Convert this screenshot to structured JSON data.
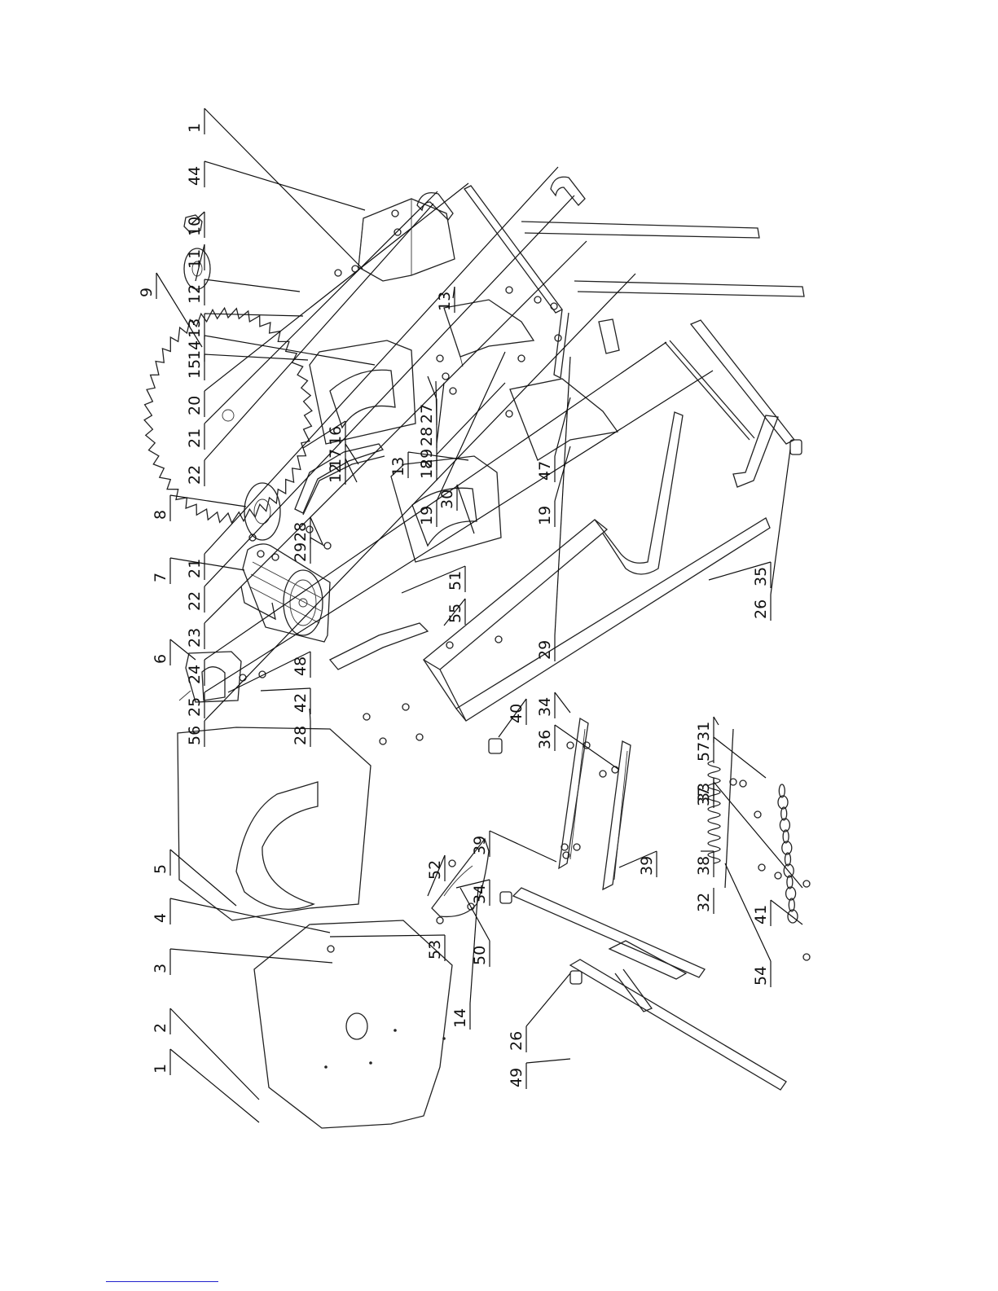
{
  "diagram": {
    "callouts": [
      {
        "id": "c1a",
        "label": "1"
      },
      {
        "id": "c1b",
        "label": "1"
      },
      {
        "id": "c2",
        "label": "2"
      },
      {
        "id": "c3",
        "label": "3"
      },
      {
        "id": "c4",
        "label": "4"
      },
      {
        "id": "c5",
        "label": "5"
      },
      {
        "id": "c6",
        "label": "6"
      },
      {
        "id": "c7",
        "label": "7"
      },
      {
        "id": "c8",
        "label": "8"
      },
      {
        "id": "c9",
        "label": "9"
      },
      {
        "id": "c10",
        "label": "10"
      },
      {
        "id": "c11",
        "label": "11"
      },
      {
        "id": "c12a",
        "label": "12"
      },
      {
        "id": "c12b",
        "label": "12"
      },
      {
        "id": "c13a",
        "label": "13"
      },
      {
        "id": "c13b",
        "label": "13"
      },
      {
        "id": "c13c",
        "label": "13"
      },
      {
        "id": "c14a",
        "label": "14"
      },
      {
        "id": "c14b",
        "label": "14"
      },
      {
        "id": "c15",
        "label": "15"
      },
      {
        "id": "c16",
        "label": "16"
      },
      {
        "id": "c17",
        "label": "17"
      },
      {
        "id": "c18",
        "label": "18"
      },
      {
        "id": "c19a",
        "label": "19"
      },
      {
        "id": "c19b",
        "label": "19"
      },
      {
        "id": "c20",
        "label": "20"
      },
      {
        "id": "c21a",
        "label": "21"
      },
      {
        "id": "c21b",
        "label": "21"
      },
      {
        "id": "c22a",
        "label": "22"
      },
      {
        "id": "c22b",
        "label": "22"
      },
      {
        "id": "c23",
        "label": "23"
      },
      {
        "id": "c24",
        "label": "24"
      },
      {
        "id": "c25",
        "label": "25"
      },
      {
        "id": "c26a",
        "label": "26"
      },
      {
        "id": "c26b",
        "label": "26"
      },
      {
        "id": "c27",
        "label": "27"
      },
      {
        "id": "c28a",
        "label": "28"
      },
      {
        "id": "c28b",
        "label": "28"
      },
      {
        "id": "c28c",
        "label": "28"
      },
      {
        "id": "c29a",
        "label": "29"
      },
      {
        "id": "c29b",
        "label": "29"
      },
      {
        "id": "c29c",
        "label": "29"
      },
      {
        "id": "c30",
        "label": "30"
      },
      {
        "id": "c31",
        "label": "31"
      },
      {
        "id": "c32",
        "label": "32"
      },
      {
        "id": "c33",
        "label": "33"
      },
      {
        "id": "c34a",
        "label": "34"
      },
      {
        "id": "c34b",
        "label": "34"
      },
      {
        "id": "c35",
        "label": "35"
      },
      {
        "id": "c36",
        "label": "36"
      },
      {
        "id": "c37",
        "label": "37"
      },
      {
        "id": "c38",
        "label": "38"
      },
      {
        "id": "c39a",
        "label": "39"
      },
      {
        "id": "c39b",
        "label": "39"
      },
      {
        "id": "c40",
        "label": "40"
      },
      {
        "id": "c41",
        "label": "41"
      },
      {
        "id": "c42",
        "label": "42"
      },
      {
        "id": "c44",
        "label": "44"
      },
      {
        "id": "c47",
        "label": "47"
      },
      {
        "id": "c48",
        "label": "48"
      },
      {
        "id": "c49",
        "label": "49"
      },
      {
        "id": "c50",
        "label": "50"
      },
      {
        "id": "c51",
        "label": "51"
      },
      {
        "id": "c52",
        "label": "52"
      },
      {
        "id": "c53",
        "label": "53"
      },
      {
        "id": "c54",
        "label": "54"
      },
      {
        "id": "c55",
        "label": "55"
      },
      {
        "id": "c56",
        "label": "56"
      },
      {
        "id": "c57",
        "label": "57"
      }
    ]
  }
}
